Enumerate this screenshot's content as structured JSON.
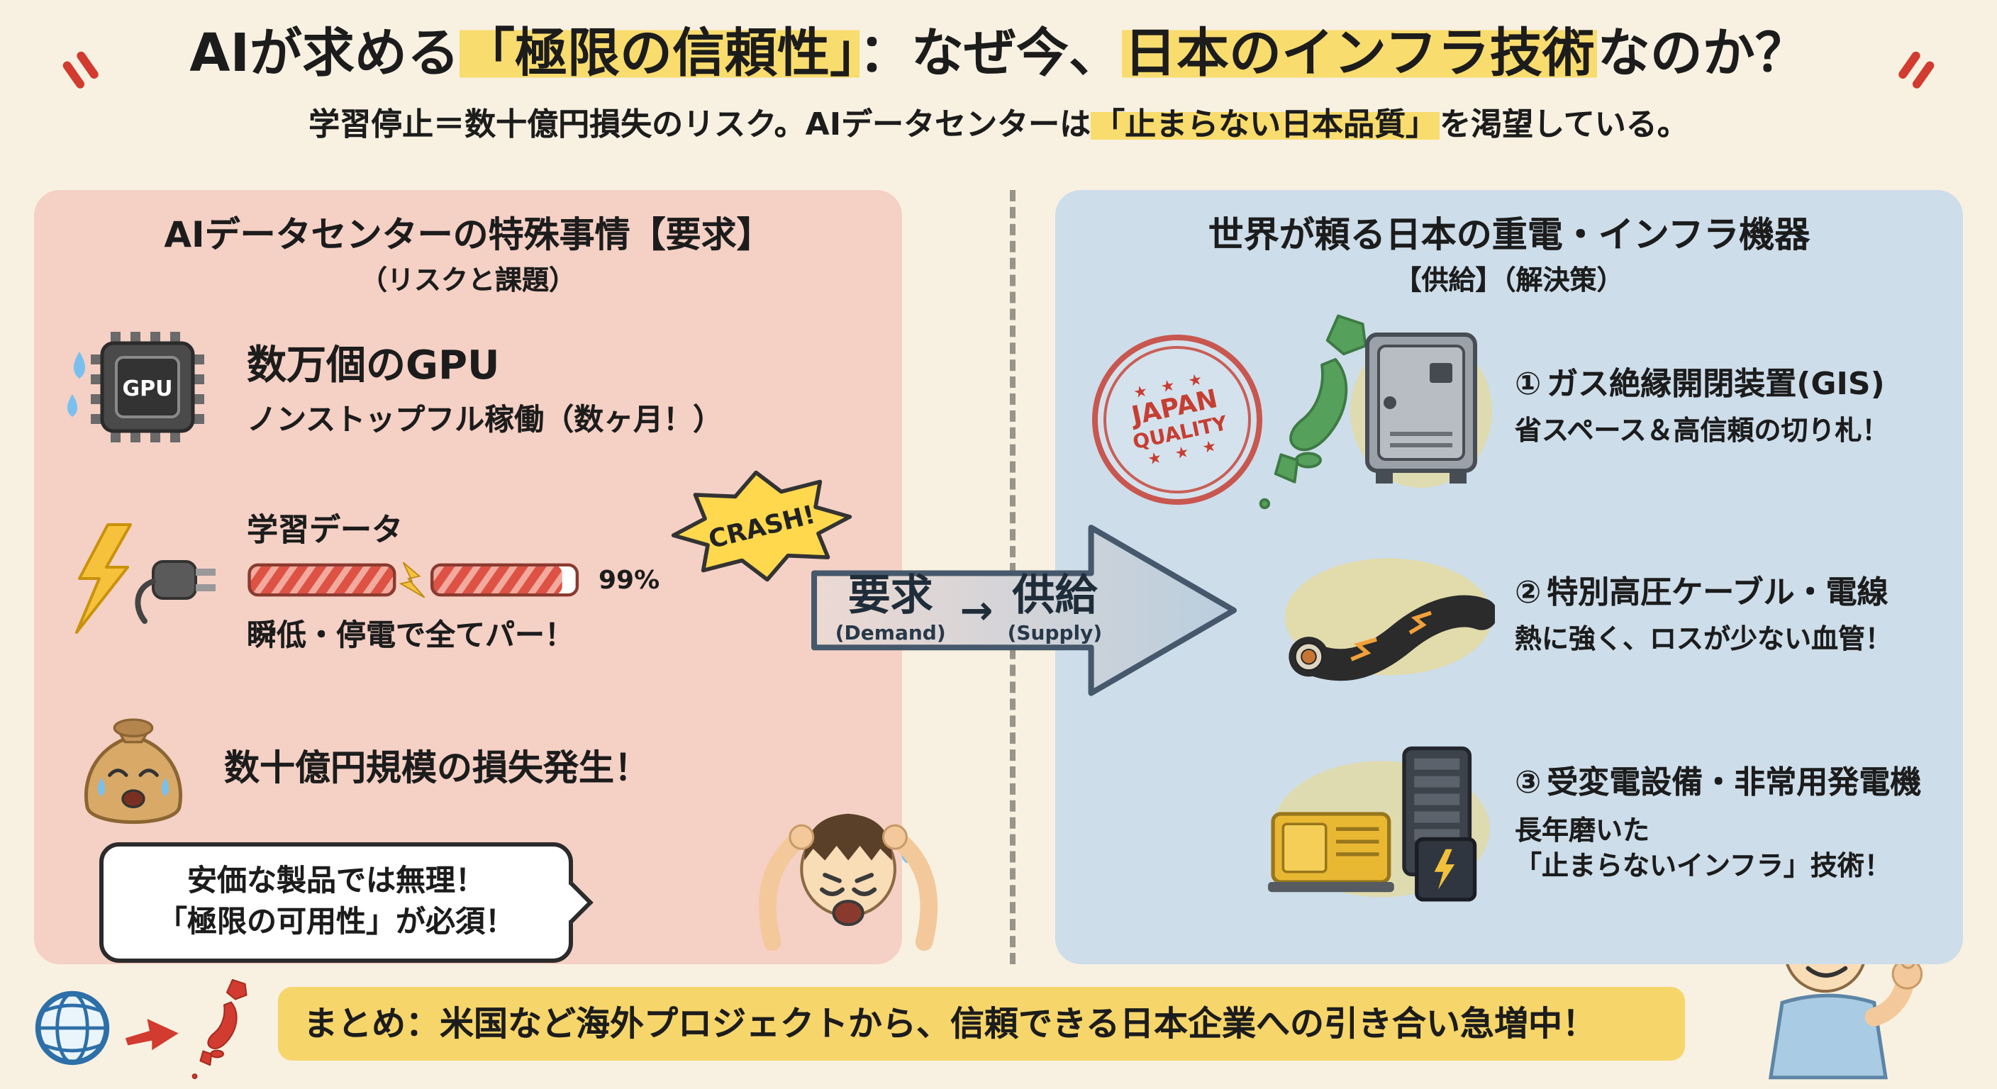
{
  "header": {
    "title": {
      "part1": "AIが求める",
      "part2": "「極限の信頼性」",
      "part3": "：なぜ今、",
      "part4": "日本のインフラ技術",
      "part5": "なのか？"
    },
    "subtitle": {
      "part1": "学習停止＝数十億円損失のリスク。AIデータセンターは",
      "part2": "「止まらない日本品質」",
      "part3": "を渇望している。"
    }
  },
  "left_panel": {
    "title": "AIデータセンターの特殊事情【要求】",
    "subtitle": "（リスクと課題）",
    "gpu": {
      "icon_label": "GPU",
      "title": "数万個のGPU",
      "subtitle": "ノンストップフル稼働（数ヶ月！）"
    },
    "power": {
      "title": "学習データ",
      "progress": "99%",
      "crash": "CRASH!",
      "caption": "瞬低・停電で全てパー！"
    },
    "loss": {
      "text": "数十億円規模の損失発生！"
    },
    "bubble": {
      "line1": "安価な製品では無理！",
      "line2": "「極限の可用性」が必須！"
    }
  },
  "center": {
    "demand": "要求",
    "demand_en": "(Demand)",
    "arrow": "→",
    "supply": "供給",
    "supply_en": "(Supply)"
  },
  "right_panel": {
    "title": "世界が頼る日本の重電・インフラ機器",
    "subtitle": "【供給】（解決策）",
    "stamp": {
      "stars": "★ ★ ★",
      "line1": "JAPAN",
      "line2": "QUALITY"
    },
    "items": [
      {
        "num": "①",
        "title": "ガス絶縁開閉装置(GIS)",
        "subtitle": "省スペース＆高信頼の切り札！"
      },
      {
        "num": "②",
        "title": "特別高圧ケーブル・電線",
        "subtitle": "熱に強く、ロスが少ない血管！"
      },
      {
        "num": "③",
        "title": "受変電設備・非常用発電機",
        "subtitle": "長年磨いた",
        "subtitle2": "「止まらないインフラ」技術！"
      }
    ]
  },
  "footer": {
    "summary": "まとめ：米国など海外プロジェクトから、信頼できる日本企業への引き合い急増中！"
  },
  "colors": {
    "cream": "#f8f1e1",
    "pink": "#f5d0c5",
    "blue": "#cdddea",
    "yellow": "#f6d56a",
    "highlight": "#f9dc6e",
    "red": "#d23b2f",
    "ink": "#1c1c1c"
  }
}
